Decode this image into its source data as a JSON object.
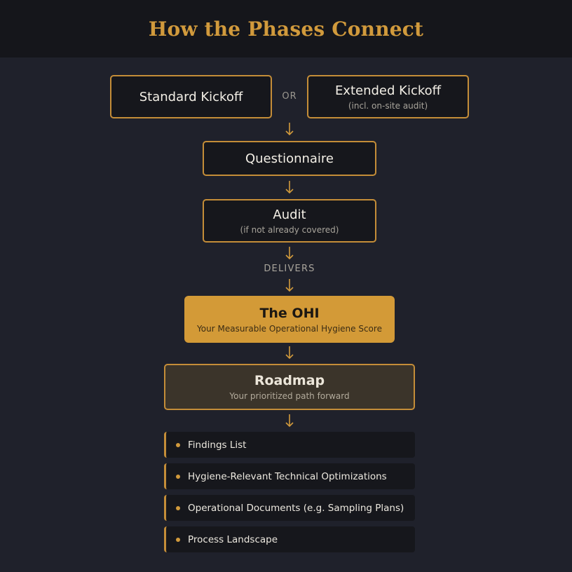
{
  "header": {
    "title": "How the Phases Connect"
  },
  "kickoff": {
    "standard": {
      "label": "Standard Kickoff"
    },
    "or_label": "OR",
    "extended": {
      "label": "Extended Kickoff",
      "sub": "(incl. on-site audit)"
    }
  },
  "questionnaire": {
    "label": "Questionnaire"
  },
  "audit": {
    "label": "Audit",
    "sub": "(if not already covered)"
  },
  "delivers_label": "DELIVERS",
  "ohi": {
    "title": "The OHI",
    "sub": "Your Measurable Operational Hygiene Score"
  },
  "roadmap": {
    "title": "Roadmap",
    "sub": "Your prioritized path forward"
  },
  "deliverables": [
    {
      "label": "Findings List"
    },
    {
      "label": "Hygiene-Relevant Technical Optimizations"
    },
    {
      "label": "Operational Documents (e.g. Sampling Plans)"
    },
    {
      "label": "Process Landscape"
    }
  ],
  "colors": {
    "accent": "#d19a3c",
    "background": "#1f212b",
    "header_bg": "#15161b",
    "box_bg": "#16171c",
    "ohi_fill": "#d39a37",
    "roadmap_fill": "#3b342a"
  }
}
